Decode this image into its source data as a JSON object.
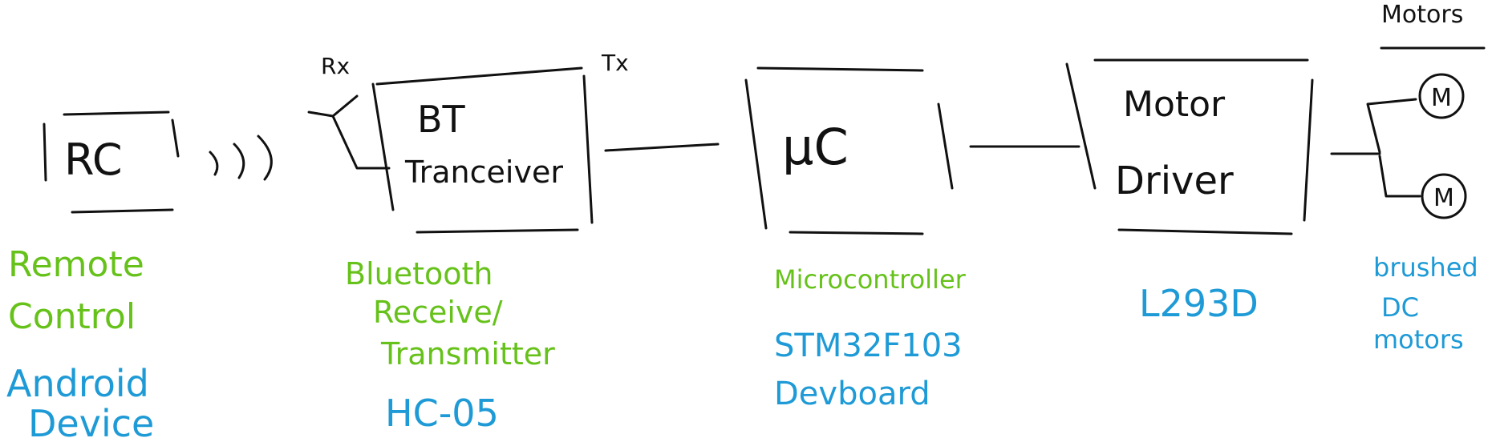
{
  "colors": {
    "ink": "#111111",
    "green": "#66c21a",
    "blue": "#1e9ad6",
    "background": "#ffffff"
  },
  "blocks": {
    "rc": {
      "label": "RC",
      "desc": [
        "Remote",
        "Control"
      ],
      "part": [
        "Android",
        "Device"
      ]
    },
    "bt": {
      "label": [
        "BT",
        "Tranceiver"
      ],
      "rx": "Rx",
      "tx": "Tx",
      "desc": [
        "Bluetooth",
        "Receive/",
        "Transmitter"
      ],
      "part": "HC-05"
    },
    "mcu": {
      "label": "μC",
      "desc": "Microcontroller",
      "part": [
        "STM32F103",
        "Devboard"
      ]
    },
    "driver": {
      "label": [
        "Motor",
        "Driver"
      ],
      "part": "L293D"
    },
    "motors": {
      "title": "Motors",
      "motor_label": "M",
      "part": [
        "brushed",
        "DC",
        "motors"
      ]
    }
  },
  "wireless_symbol": "radio-waves-icon"
}
